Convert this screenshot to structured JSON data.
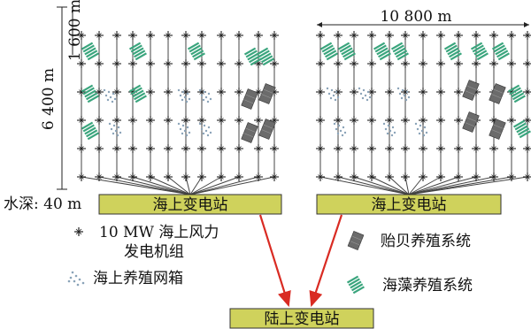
{
  "labels": {
    "width_dim": "10 800 m",
    "height_dim": "6 400 m",
    "spacing_dim": "1 600 m",
    "water_depth": "水深: 40 m",
    "offshore_substation": "海上变电站",
    "onshore_substation": "陆上变电站"
  },
  "legend": {
    "turbine": [
      "10 MW 海上风力",
      "发电机组"
    ],
    "net_cage": "海上养殖网箱",
    "shellfish": "贻贝养殖系统",
    "seaweed": "海藻养殖系统"
  },
  "colors": {
    "substation_fill": "#cfd25c",
    "arrow": "#d92b23",
    "seaweed": "#3aa57d",
    "shellfish": "#6b6b6b",
    "cage": "#8aa3b8"
  },
  "icons": {
    "turbine": "turbine-icon",
    "net_cage": "net-cage-icon",
    "shellfish": "shellfish-icon",
    "seaweed": "seaweed-icon"
  }
}
